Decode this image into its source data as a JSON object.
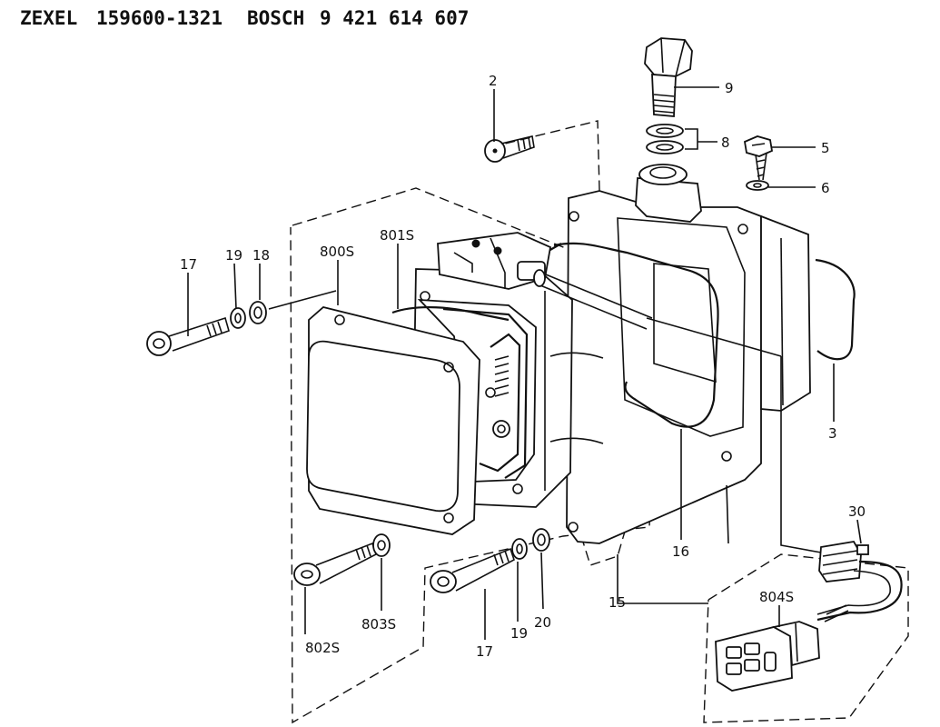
{
  "header": {
    "brand1": "ZEXEL",
    "number1": "159600-1321",
    "brand2": "BOSCH",
    "number2": "9 421 614 607"
  },
  "callouts": {
    "p2": "2",
    "p3": "3",
    "p5": "5",
    "p6": "6",
    "p8": "8",
    "p9": "9",
    "p15": "15",
    "p16": "16",
    "p17a": "17",
    "p17b": "17",
    "p18": "18",
    "p19a": "19",
    "p19b": "19",
    "p20": "20",
    "p30": "30",
    "p800s": "800S",
    "p801s": "801S",
    "p802s": "802S",
    "p803s": "803S",
    "p804s": "804S"
  }
}
